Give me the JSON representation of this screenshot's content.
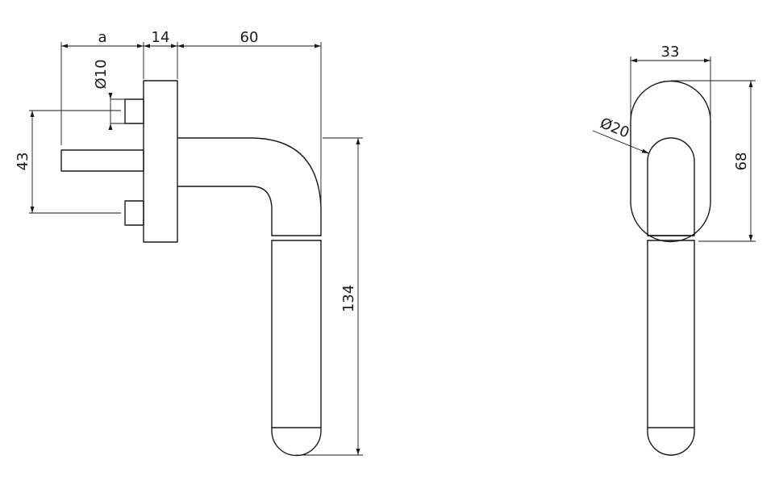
{
  "dimensions": {
    "side_view": {
      "offset": "a",
      "plate_thickness": "14",
      "reach": "60",
      "pin_diameter": "Ø10",
      "pin_spacing": "43",
      "lever_length": "134"
    },
    "front_view": {
      "rose_width": "33",
      "rose_height": "68",
      "inner_diameter": "Ø20"
    }
  }
}
